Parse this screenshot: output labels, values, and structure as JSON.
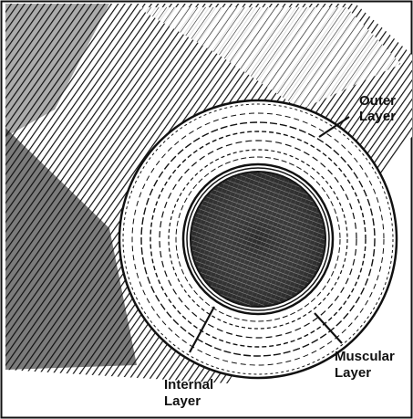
{
  "labels": {
    "outer": [
      "Outer",
      "Layer"
    ],
    "muscular": [
      "Muscular",
      "Layer"
    ],
    "internal": [
      "Internal",
      "Layer"
    ]
  },
  "colors": {
    "ink": "#111111",
    "paper": "#ffffff",
    "lumen_fill": "#3a3a3a"
  }
}
